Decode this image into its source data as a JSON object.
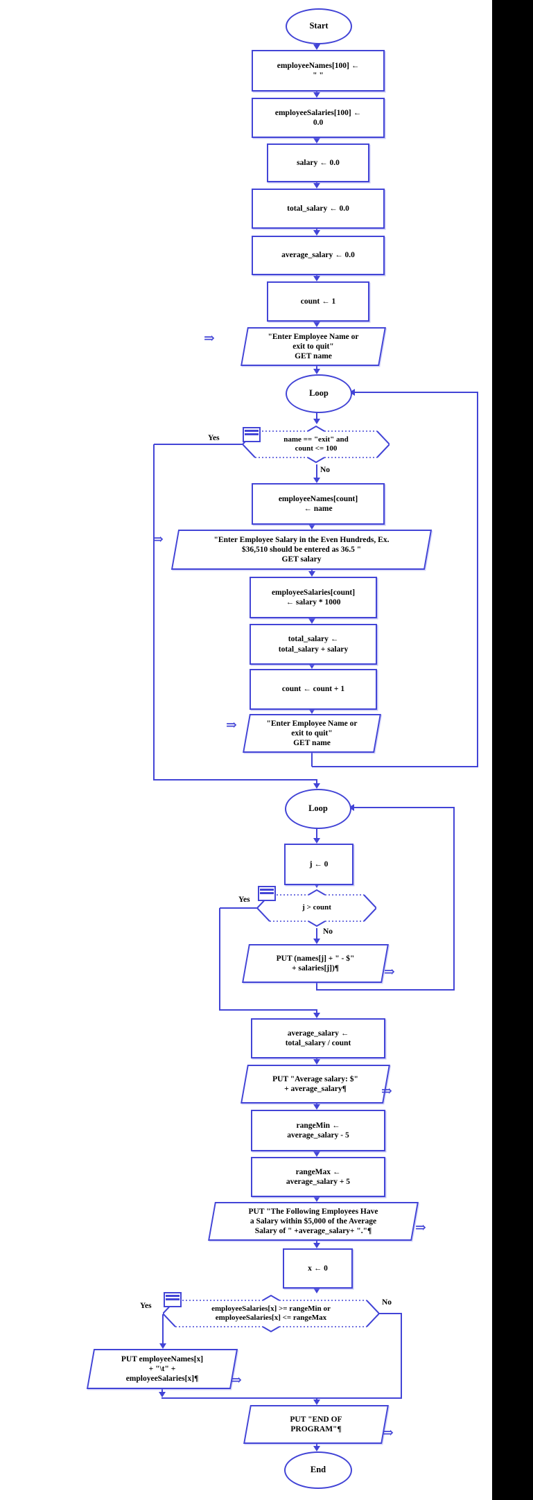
{
  "colors": {
    "line": "#4244d6",
    "text": "#000000",
    "background": "#ffffff",
    "film_strip": "#000000"
  },
  "icons": {
    "io_arrow": "⇒"
  },
  "nodes": {
    "start": {
      "label": "Start"
    },
    "init_names": {
      "text": "employeeNames[100] ←\n\" \""
    },
    "init_salaries": {
      "text": "employeeSalaries[100] ←\n0.0"
    },
    "init_salary": {
      "text": "salary ← 0.0"
    },
    "init_total": {
      "text": "total_salary ← 0.0"
    },
    "init_average": {
      "text": "average_salary ← 0.0"
    },
    "init_count": {
      "text": "count ← 1"
    },
    "get_name_1": {
      "text": "\"Enter Employee Name or\nexit to quit\"\nGET name"
    },
    "loop1": {
      "label": "Loop"
    },
    "cond1": {
      "text": "name == \"exit\" and\ncount <= 100",
      "yes": "Yes",
      "no": "No"
    },
    "assign_name": {
      "text": "employeeNames[count]\n← name"
    },
    "get_salary": {
      "text": "\"Enter Employee Salary in the Even Hundreds, Ex.\n$36,510 should be entered as 36.5 \"\nGET salary"
    },
    "assign_salary": {
      "text": "employeeSalaries[count]\n← salary * 1000"
    },
    "add_total": {
      "text": "total_salary ←\ntotal_salary + salary"
    },
    "inc_count": {
      "text": "count ← count + 1"
    },
    "get_name_2": {
      "text": "\"Enter Employee Name or\nexit to quit\"\nGET name"
    },
    "loop2": {
      "label": "Loop"
    },
    "init_j": {
      "text": "j ← 0"
    },
    "cond2": {
      "text": "j > count",
      "yes": "Yes",
      "no": "No"
    },
    "put_names": {
      "text": "PUT (names[j] + \" - $\"\n+ salaries[j])¶"
    },
    "calc_average": {
      "text": "average_salary ←\ntotal_salary / count"
    },
    "put_average": {
      "text": "PUT \"Average salary: $\"\n+ average_salary¶"
    },
    "range_min": {
      "text": "rangeMin ←\naverage_salary - 5"
    },
    "range_max": {
      "text": "rangeMax ←\naverage_salary + 5"
    },
    "put_range": {
      "text": "PUT \"The Following Employees Have\na Salary within $5,000 of the Average\nSalary of \" +average_salary+ \".\"¶"
    },
    "init_x": {
      "text": "x ← 0"
    },
    "cond3": {
      "text": "employeeSalaries[x] >= rangeMin or\nemployeeSalaries[x] <= rangeMax",
      "yes": "Yes",
      "no": "No"
    },
    "put_employee": {
      "text": "PUT employeeNames[x]\n+ \"\\t\" +\nemployeeSalaries[x]¶"
    },
    "put_end": {
      "text": "PUT \"END OF\nPROGRAM\"¶"
    },
    "end": {
      "label": "End"
    }
  }
}
